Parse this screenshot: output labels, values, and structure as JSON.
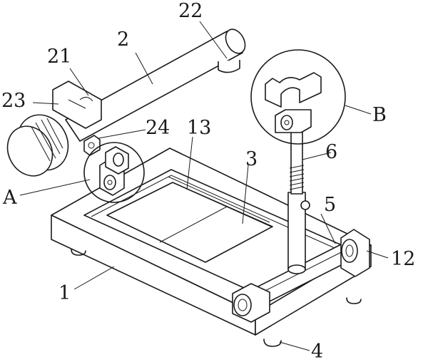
{
  "labels": {
    "l1": "1",
    "l2": "2",
    "l3": "3",
    "l4": "4",
    "l5": "5",
    "l6": "6",
    "l12": "12",
    "l13": "13",
    "l21": "21",
    "l22": "22",
    "l23": "23",
    "l24": "24",
    "lA": "A",
    "lB": "B"
  }
}
